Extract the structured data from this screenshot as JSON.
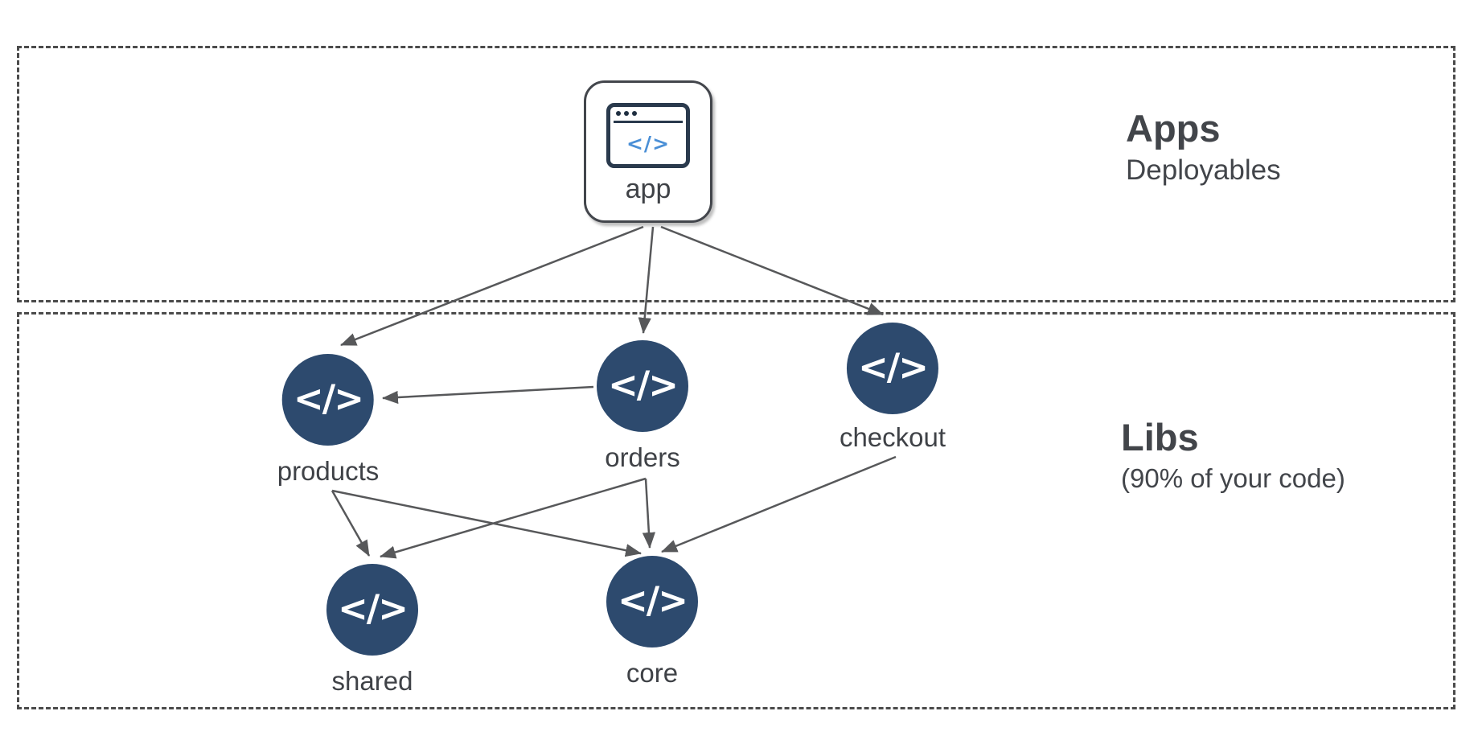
{
  "diagram": {
    "sections": [
      {
        "id": "apps",
        "title": "Apps",
        "subtitle": "Deployables"
      },
      {
        "id": "libs",
        "title": "Libs",
        "subtitle": "(90% of your code)"
      }
    ],
    "nodes": {
      "app": {
        "label": "app",
        "type": "application",
        "section": "apps"
      },
      "products": {
        "label": "products",
        "type": "library",
        "section": "libs"
      },
      "orders": {
        "label": "orders",
        "type": "library",
        "section": "libs"
      },
      "checkout": {
        "label": "checkout",
        "type": "library",
        "section": "libs"
      },
      "shared": {
        "label": "shared",
        "type": "library",
        "section": "libs"
      },
      "core": {
        "label": "core",
        "type": "library",
        "section": "libs"
      }
    },
    "edges": [
      {
        "from": "app",
        "to": "products",
        "points": [
          [
            800,
            282
          ],
          [
            424,
            429
          ]
        ]
      },
      {
        "from": "app",
        "to": "orders",
        "points": [
          [
            812,
            282
          ],
          [
            800,
            414
          ]
        ]
      },
      {
        "from": "app",
        "to": "checkout",
        "points": [
          [
            822,
            282
          ],
          [
            1098,
            391
          ]
        ]
      },
      {
        "from": "orders",
        "to": "products",
        "points": [
          [
            738,
            481
          ],
          [
            476,
            495
          ]
        ]
      },
      {
        "from": "products",
        "to": "shared",
        "points": [
          [
            413,
            610
          ],
          [
            459,
            691
          ]
        ]
      },
      {
        "from": "products",
        "to": "core",
        "points": [
          [
            413,
            610
          ],
          [
            797,
            688
          ]
        ]
      },
      {
        "from": "orders",
        "to": "shared",
        "points": [
          [
            803,
            595
          ],
          [
            473,
            692
          ]
        ]
      },
      {
        "from": "orders",
        "to": "core",
        "points": [
          [
            803,
            595
          ],
          [
            808,
            681
          ]
        ]
      },
      {
        "from": "checkout",
        "to": "core",
        "points": [
          [
            1114,
            568
          ],
          [
            823,
            686
          ]
        ]
      }
    ],
    "app_icon": {
      "glyph": "</>"
    },
    "lib_icon": {
      "glyph": "</>"
    }
  },
  "colors": {
    "background": "#ffffff",
    "node_fill": "#2d4a6e",
    "node_glyph": "#ffffff",
    "edge": "#57585a",
    "section_border": "#4b4b4b",
    "text": "#3f4247",
    "app_icon_border": "#2a3a4d",
    "app_icon_code": "#4a8fd6"
  }
}
